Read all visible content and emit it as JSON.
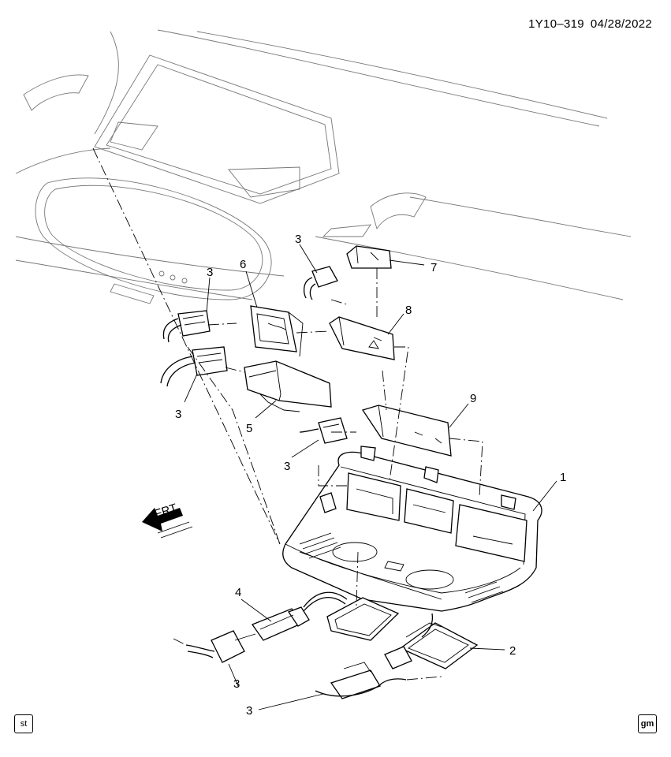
{
  "header": {
    "diagram_id": "1Y10–319",
    "date": "04/28/2022"
  },
  "direction_label": "FRT",
  "callouts": [
    "1",
    "2",
    "3",
    "3",
    "3",
    "3",
    "3",
    "3",
    "4",
    "5",
    "6",
    "7",
    "8",
    "9"
  ],
  "footer": {
    "left_badge": "st",
    "right_badge": "gm"
  }
}
